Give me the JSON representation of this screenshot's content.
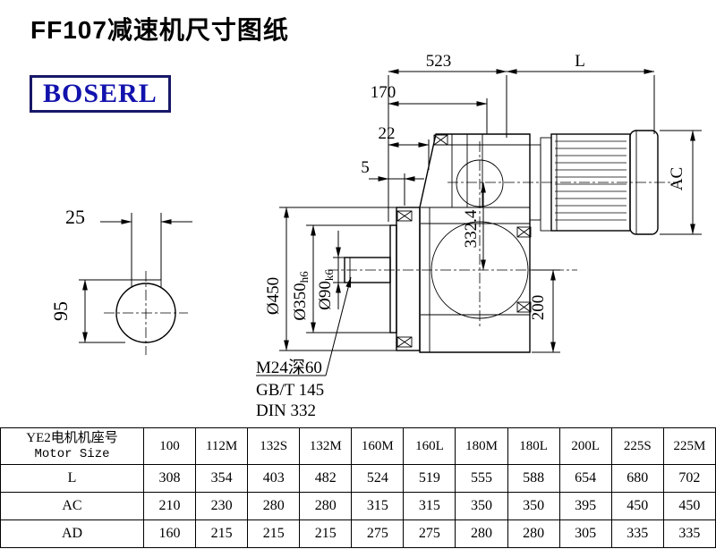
{
  "title": "FF107减速机尺寸图纸",
  "logo": "BOSERL",
  "drawing": {
    "overall_length": "523",
    "motor_length": "L",
    "flange_to_face": "170",
    "step_22": "22",
    "step_5": "5",
    "key_width": "25",
    "key_height": "95",
    "flange_diameter": "Ø450",
    "spigot_diameter": "Ø350",
    "spigot_tolerance": "h6",
    "shaft_diameter": "Ø90",
    "shaft_tolerance": "k6",
    "center_height": "332.4",
    "foot_height": "200",
    "motor_diameter": "AC",
    "tap_hole": "M24深60",
    "standard_gb": "GB/T 145",
    "standard_din": "DIN 332"
  },
  "table": {
    "header_cn": "YE2电机机座号",
    "header_en": "Motor Size",
    "columns": [
      "100",
      "112M",
      "132S",
      "132M",
      "160M",
      "160L",
      "180M",
      "180L",
      "200L",
      "225S",
      "225M"
    ],
    "rows": [
      {
        "label": "L",
        "values": [
          "308",
          "354",
          "403",
          "482",
          "524",
          "519",
          "555",
          "588",
          "654",
          "680",
          "702"
        ]
      },
      {
        "label": "AC",
        "values": [
          "210",
          "230",
          "280",
          "280",
          "315",
          "315",
          "350",
          "350",
          "395",
          "450",
          "450"
        ]
      },
      {
        "label": "AD",
        "values": [
          "160",
          "215",
          "215",
          "215",
          "275",
          "275",
          "280",
          "280",
          "305",
          "335",
          "335"
        ]
      }
    ]
  }
}
